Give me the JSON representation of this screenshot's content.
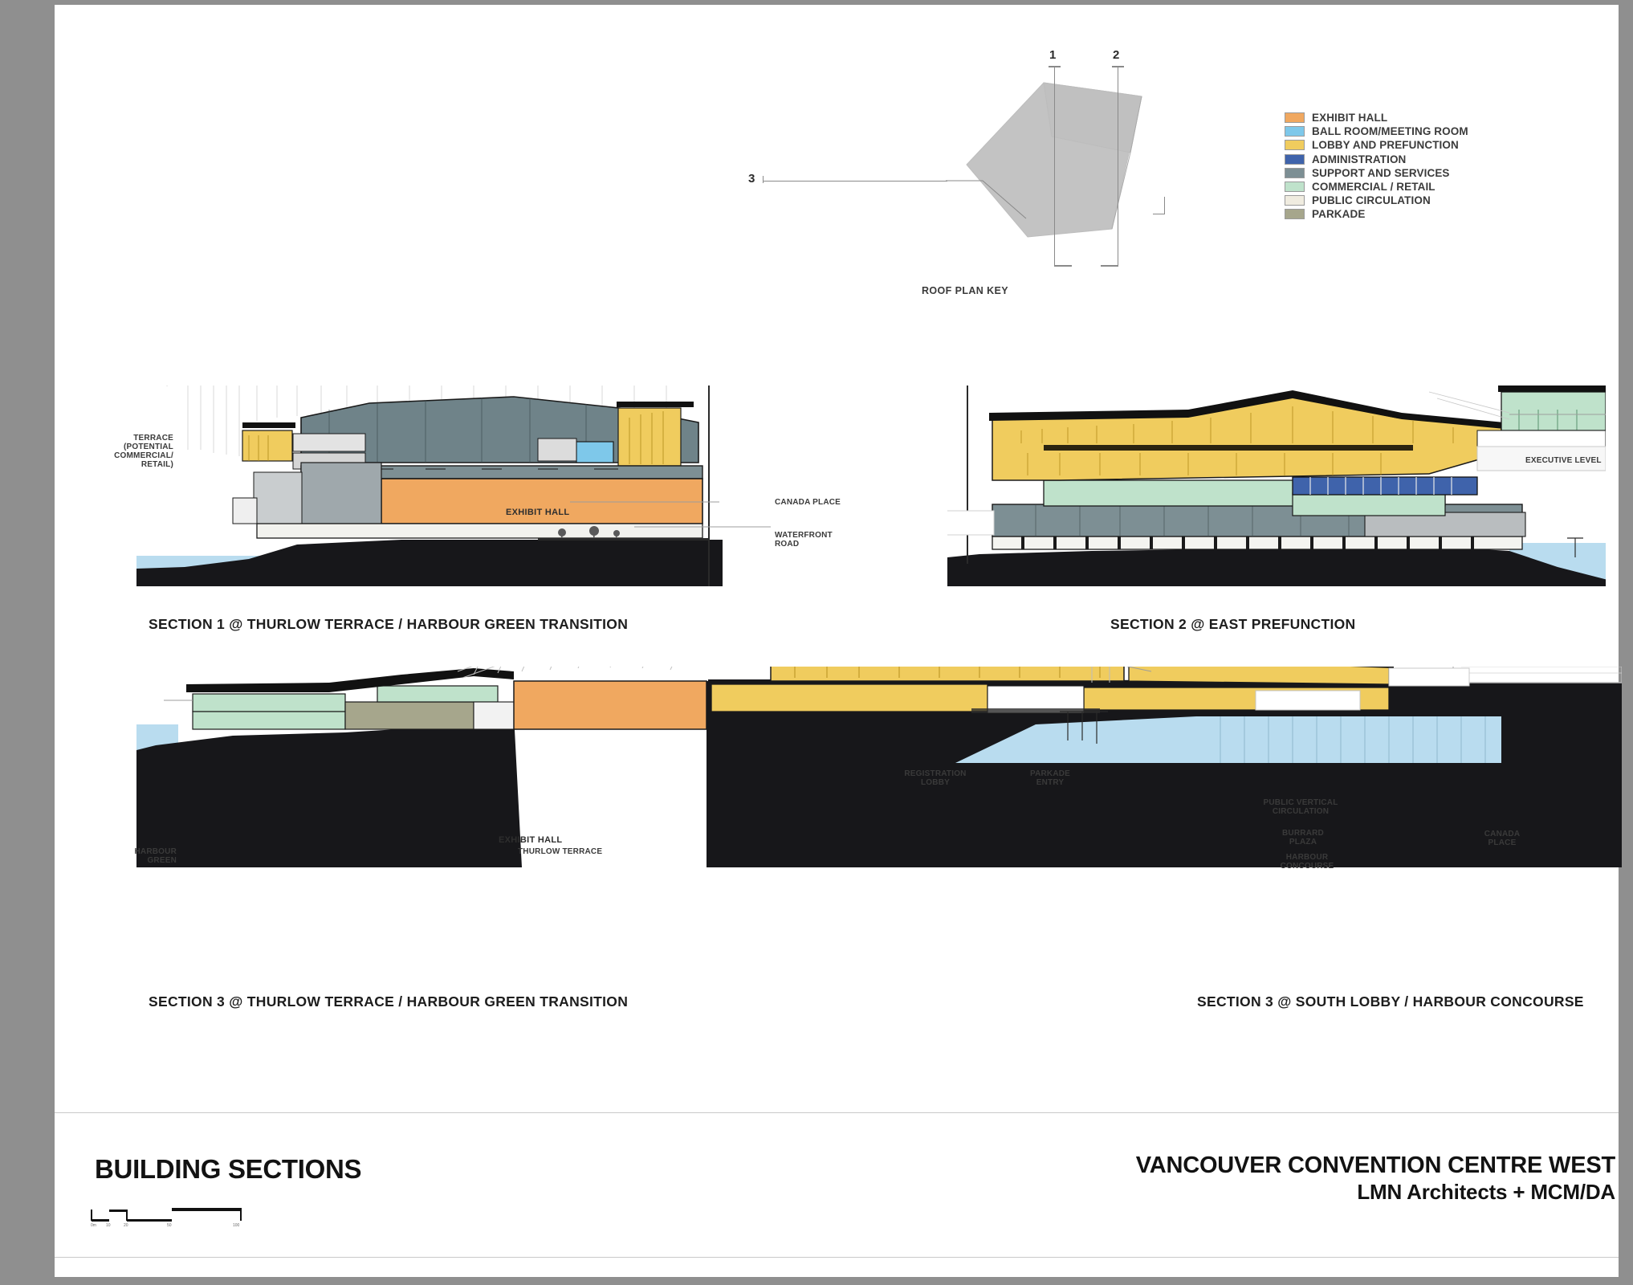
{
  "board": {
    "title": "BUILDING SECTIONS",
    "project_name": "VANCOUVER CONVENTION CENTRE WEST",
    "project_architects": "LMN Architects + MCM/DA"
  },
  "roof_key": {
    "label": "ROOF PLAN KEY",
    "markers": [
      "1",
      "2",
      "3"
    ]
  },
  "legend": {
    "items": [
      {
        "label": "EXHIBIT HALL",
        "color": "#f0a860"
      },
      {
        "label": "BALL ROOM/MEETING ROOM",
        "color": "#7ec8ea"
      },
      {
        "label": "LOBBY AND PREFUNCTION",
        "color": "#f0cc5e"
      },
      {
        "label": "ADMINISTRATION",
        "color": "#3f63ab"
      },
      {
        "label": "SUPPORT AND SERVICES",
        "color": "#7d8f94"
      },
      {
        "label": "COMMERCIAL / RETAIL",
        "color": "#bfe2cb"
      },
      {
        "label": "PUBLIC CIRCULATION",
        "color": "#f0ece0"
      },
      {
        "label": "PARKADE",
        "color": "#a6a68c"
      }
    ]
  },
  "sections": [
    {
      "id": "section-1",
      "title": "SECTION 1 @ THURLOW TERRACE / HARBOUR GREEN TRANSITION",
      "annotations": [
        "TERRACE (POTENTIAL COMMERCIAL/ RETAIL)",
        "CANADA PLACE",
        "WATERFRONT ROAD"
      ],
      "in_drawing_labels": [
        "EXHIBIT HALL"
      ]
    },
    {
      "id": "section-2",
      "title": "SECTION 2 @ EAST PREFUNCTION",
      "annotations": [
        "EXECUTIVE LEVEL"
      ],
      "in_drawing_labels": []
    },
    {
      "id": "section-3-left",
      "title": "SECTION 3 @ THURLOW TERRACE / HARBOUR GREEN TRANSITION",
      "annotations": [
        "HARBOUR GREEN",
        "THURLOW TERRACE"
      ],
      "in_drawing_labels": [
        "EXHIBIT HALL"
      ]
    },
    {
      "id": "section-3-right",
      "title": "SECTION 3 @ SOUTH LOBBY / HARBOUR CONCOURSE",
      "annotations": [
        "REGISTRATION LOBBY",
        "PARKADE ENTRY",
        "PUBLIC VERTICAL CIRCULATION",
        "BURRARD PLAZA",
        "HARBOUR CONCOURSE",
        "CANADA PLACE"
      ],
      "in_drawing_labels": []
    }
  ],
  "annotation_text": {
    "terrace": "TERRACE",
    "terrace_2": "(POTENTIAL",
    "terrace_3": "COMMERCIAL/",
    "terrace_4": "RETAIL)",
    "canada_place": "CANADA PLACE",
    "waterfront_road_1": "WATERFRONT",
    "waterfront_road_2": "ROAD",
    "executive_level": "EXECUTIVE LEVEL",
    "exhibit_hall": "EXHIBIT HALL",
    "harbour_green_1": "HARBOUR",
    "harbour_green_2": "GREEN",
    "thurlow_terrace": "THURLOW TERRACE",
    "registration_lobby_1": "REGISTRATION",
    "registration_lobby_2": "LOBBY",
    "parkade_entry_1": "PARKADE",
    "parkade_entry_2": "ENTRY",
    "pvc_1": "PUBLIC VERTICAL",
    "pvc_2": "CIRCULATION",
    "burrard_plaza_1": "BURRARD",
    "burrard_plaza_2": "PLAZA",
    "harbour_concourse_1": "HARBOUR",
    "harbour_concourse_2": "CONCOURSE",
    "canada_place_2_1": "CANADA",
    "canada_place_2_2": "PLACE"
  },
  "palette": {
    "exhibit_hall": "#f0a860",
    "ballroom": "#7ec8ea",
    "lobby": "#f0cc5e",
    "administration": "#3f63ab",
    "support": "#7d8f94",
    "commercial": "#bfe2cb",
    "public_circulation": "#f0ece0",
    "parkade": "#a6a68c",
    "ground": "#17171a",
    "water": "#b9dcef",
    "roof_plan_fill": "#c3c3c3",
    "slate_roof": "#6f8389"
  }
}
